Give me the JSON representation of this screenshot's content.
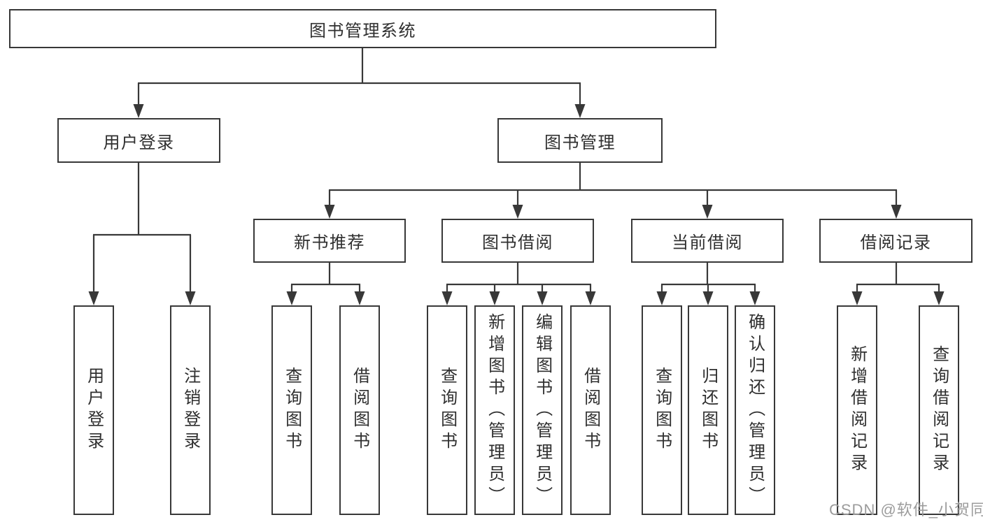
{
  "diagram": {
    "root": {
      "label": "图书管理系统"
    },
    "branches": [
      {
        "label": "用户登录",
        "children": [
          {
            "label": "用户登录"
          },
          {
            "label": "注销登录"
          }
        ]
      },
      {
        "label": "图书管理",
        "children": [
          {
            "label": "新书推荐",
            "children": [
              {
                "label": "查询图书"
              },
              {
                "label": "借阅图书"
              }
            ]
          },
          {
            "label": "图书借阅",
            "children": [
              {
                "label": "查询图书"
              },
              {
                "label": "新增图书（管理员）"
              },
              {
                "label": "编辑图书（管理员）"
              },
              {
                "label": "借阅图书"
              }
            ]
          },
          {
            "label": "当前借阅",
            "children": [
              {
                "label": "查询图书"
              },
              {
                "label": "归还图书"
              },
              {
                "label": "确认归还（管理员）"
              }
            ]
          },
          {
            "label": "借阅记录",
            "children": [
              {
                "label": "新增借阅记录"
              },
              {
                "label": "查询借阅记录"
              }
            ]
          }
        ]
      }
    ]
  },
  "watermark": {
    "text": "CSDN @软件_小贺同学"
  },
  "colors": {
    "line": "#383838",
    "box_border": "#383838",
    "text": "#2f2f2f",
    "watermark": "#9c9c9c",
    "background": "#ffffff"
  }
}
